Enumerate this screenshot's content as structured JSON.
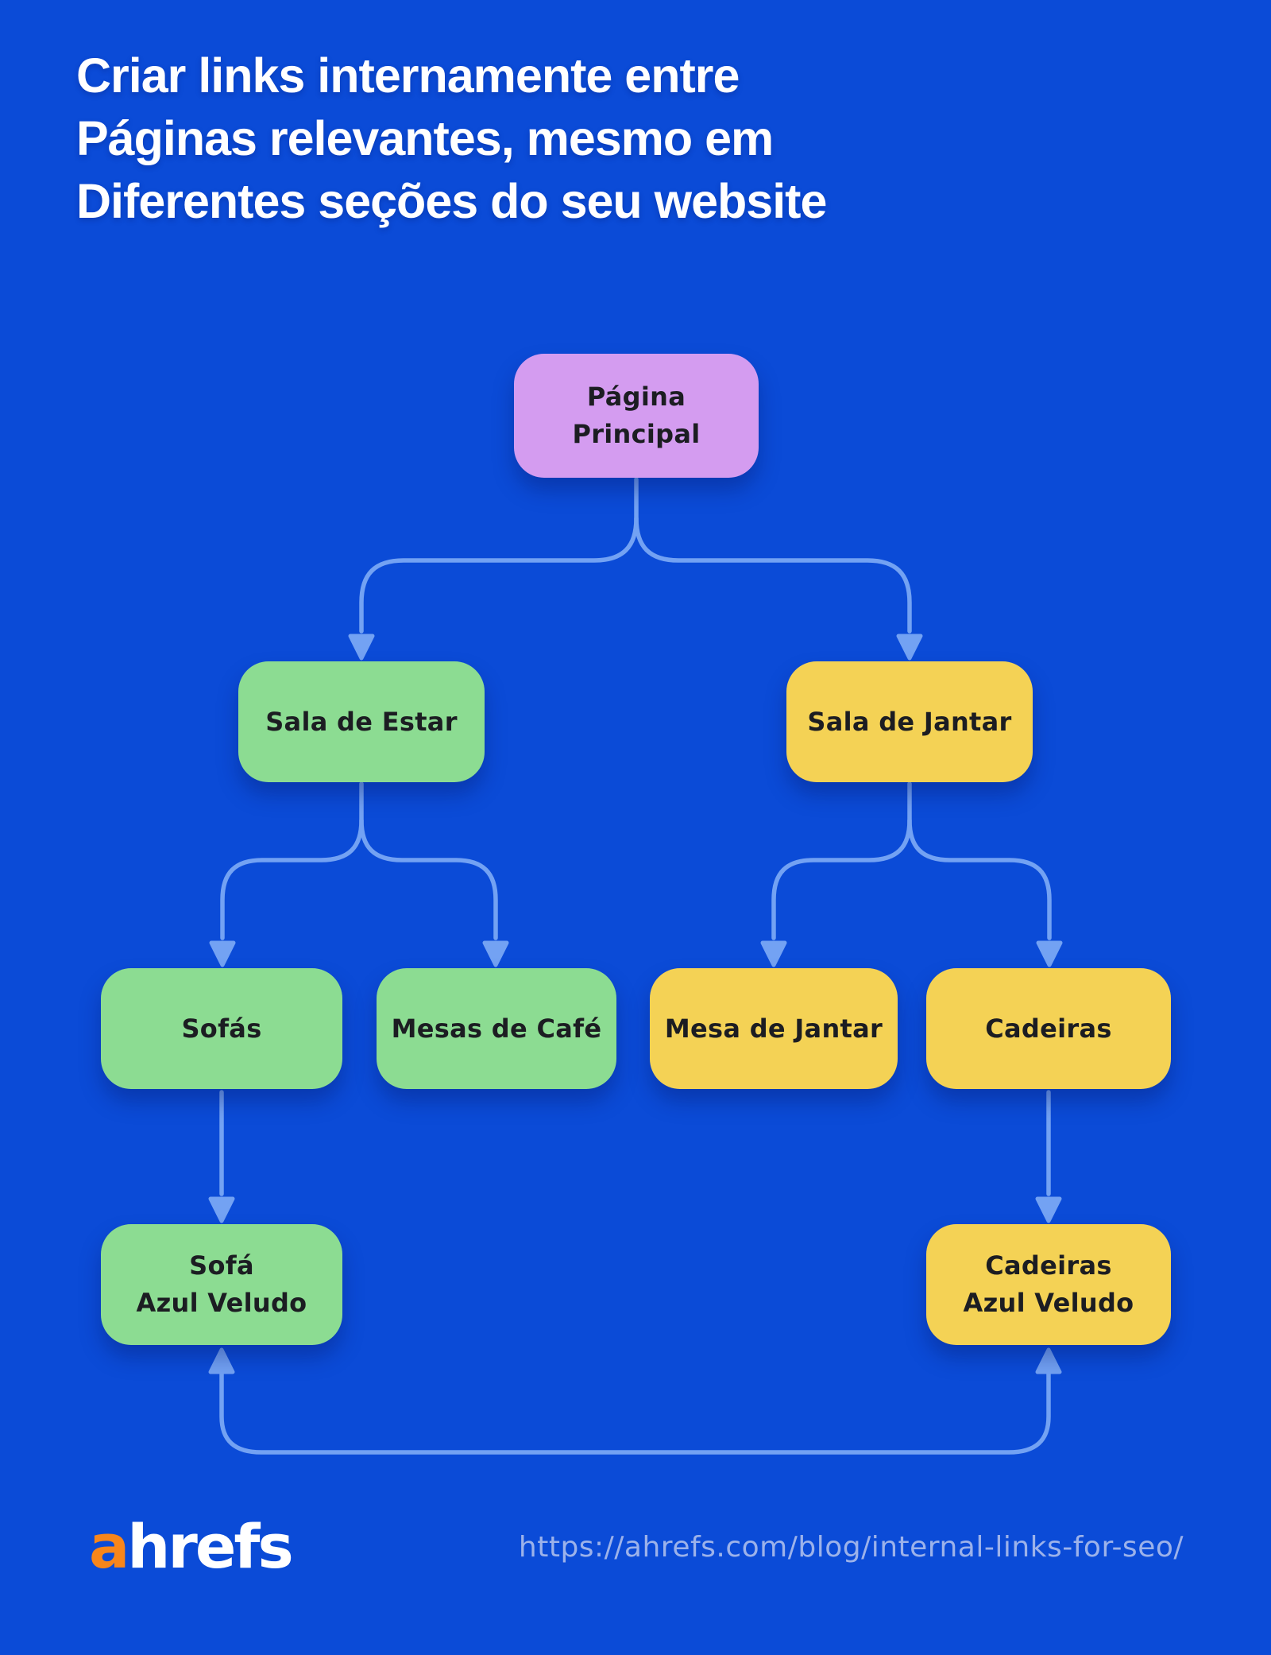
{
  "title": {
    "line1": "Criar links internamente entre",
    "line2": "Páginas relevantes, mesmo em",
    "line3": "Diferentes seções do seu website"
  },
  "diagram": {
    "nodes": [
      {
        "id": "pagina-principal",
        "lines": [
          "Página",
          "Principal"
        ],
        "color": "#d49cf0"
      },
      {
        "id": "sala-de-estar",
        "lines": [
          "Sala de Estar"
        ],
        "color": "#8cdc92"
      },
      {
        "id": "sala-de-jantar",
        "lines": [
          "Sala de Jantar"
        ],
        "color": "#f4d255"
      },
      {
        "id": "sofas",
        "lines": [
          "Sofás"
        ],
        "color": "#8cdc92"
      },
      {
        "id": "mesas-de-cafe",
        "lines": [
          "Mesas de Café"
        ],
        "color": "#8cdc92"
      },
      {
        "id": "mesa-de-jantar",
        "lines": [
          "Mesa de Jantar"
        ],
        "color": "#f4d255"
      },
      {
        "id": "cadeiras",
        "lines": [
          "Cadeiras"
        ],
        "color": "#f4d255"
      },
      {
        "id": "sofa-azul-veludo",
        "lines": [
          "Sofá",
          "Azul Veludo"
        ],
        "color": "#8cdc92"
      },
      {
        "id": "cadeiras-azul-veludo",
        "lines": [
          "Cadeiras",
          "Azul Veludo"
        ],
        "color": "#f4d255"
      }
    ],
    "edges": [
      {
        "from": "pagina-principal",
        "to": "sala-de-estar"
      },
      {
        "from": "pagina-principal",
        "to": "sala-de-jantar"
      },
      {
        "from": "sala-de-estar",
        "to": "sofas"
      },
      {
        "from": "sala-de-estar",
        "to": "mesas-de-cafe"
      },
      {
        "from": "sala-de-jantar",
        "to": "mesa-de-jantar"
      },
      {
        "from": "sala-de-jantar",
        "to": "cadeiras"
      },
      {
        "from": "sofas",
        "to": "sofa-azul-veludo"
      },
      {
        "from": "cadeiras",
        "to": "cadeiras-azul-veludo"
      },
      {
        "from": "sofa-azul-veludo",
        "to": "cadeiras-azul-veludo",
        "bidirectional": true
      }
    ]
  },
  "footer": {
    "logo_a": "a",
    "logo_rest": "hrefs",
    "url": "https://ahrefs.com/blog/internal-links-for-seo/"
  },
  "colors": {
    "background": "#0b4bd7",
    "connector": "#73a2f3",
    "node_text": "#1c1d22",
    "purple_node": "#d49cf0",
    "green_node": "#8cdc92",
    "yellow_node": "#f4d255",
    "logo_orange": "#f8861b",
    "url_text": "#9cb2ea",
    "title_text": "#ffffff"
  }
}
